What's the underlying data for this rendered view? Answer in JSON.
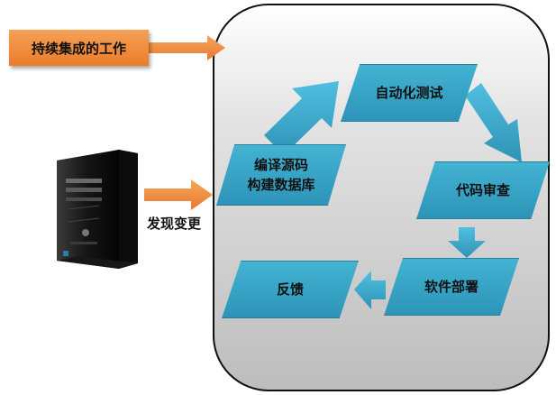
{
  "title_label": "持续集成的工作",
  "discover_label": "发现变更",
  "steps": {
    "build_line1": "编译源码",
    "build_line2": "构建数据库",
    "test": "自动化测试",
    "review": "代码审查",
    "deploy": "软件部署",
    "feedback": "反馈"
  },
  "colors": {
    "box": "#2f9bc0",
    "arrow_blue": "#3aa9cf",
    "arrow_orange": "#ee8236"
  },
  "icons": [
    "computer-tower-icon"
  ]
}
